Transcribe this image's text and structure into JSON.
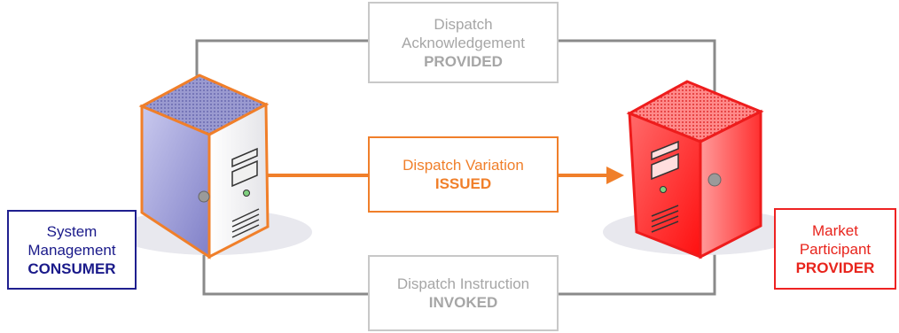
{
  "boxes": {
    "acknowledgement": {
      "line1": "Dispatch",
      "line2": "Acknowledgement",
      "status": "PROVIDED"
    },
    "variation": {
      "line1": "Dispatch Variation",
      "status": "ISSUED"
    },
    "instruction": {
      "line1": "Dispatch Instruction",
      "status": "INVOKED"
    }
  },
  "parties": {
    "consumer": {
      "line1": "System",
      "line2": "Management",
      "role": "CONSUMER"
    },
    "provider": {
      "line1": "Market",
      "line2": "Participant",
      "role": "PROVIDER"
    }
  },
  "colors": {
    "connector_grey": "#888888",
    "variation_orange": "#f07f2a",
    "consumer_blue": "#1a1a8a",
    "provider_red": "#e8241c"
  }
}
